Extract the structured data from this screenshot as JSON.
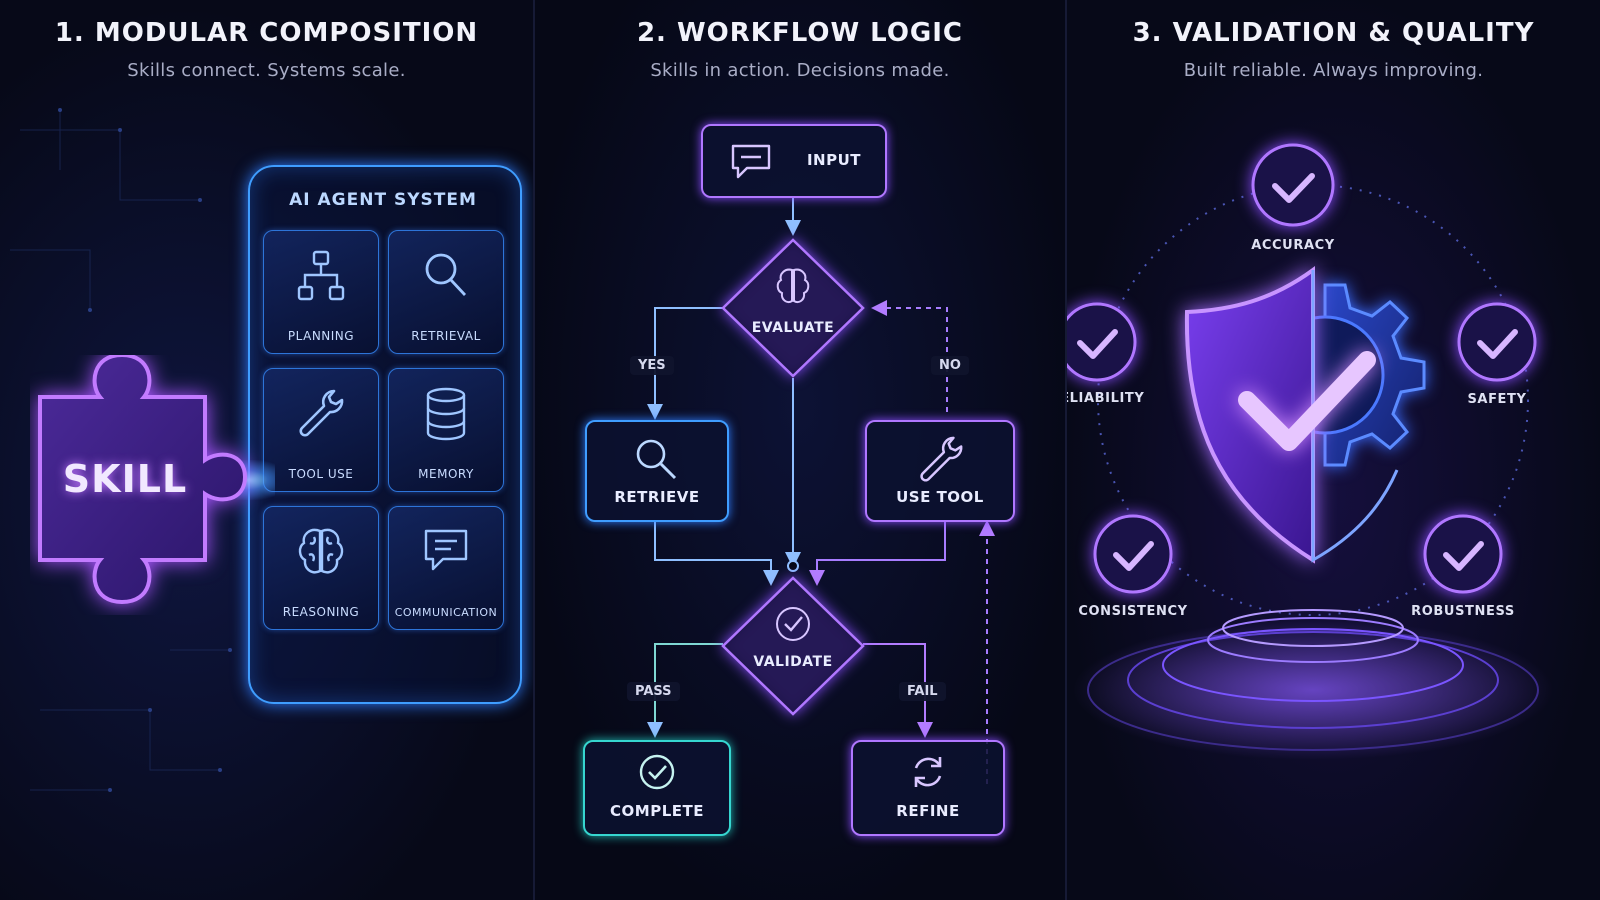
{
  "panels": [
    {
      "title": "1. MODULAR COMPOSITION",
      "subtitle": "Skills connect. Systems scale.",
      "system_title": "AI AGENT SYSTEM",
      "skill_label": "SKILL",
      "tiles": [
        {
          "label": "PLANNING",
          "icon": "hierarchy-icon"
        },
        {
          "label": "RETRIEVAL",
          "icon": "search-icon"
        },
        {
          "label": "TOOL USE",
          "icon": "wrench-icon"
        },
        {
          "label": "MEMORY",
          "icon": "database-icon"
        },
        {
          "label": "REASONING",
          "icon": "brain-icon"
        },
        {
          "label": "COMMUNICATION",
          "icon": "chat-icon"
        }
      ]
    },
    {
      "title": "2. WORKFLOW LOGIC",
      "subtitle": "Skills in action. Decisions made.",
      "nodes": {
        "input": "INPUT",
        "evaluate": "EVALUATE",
        "retrieve": "RETRIEVE",
        "use_tool": "USE TOOL",
        "validate": "VALIDATE",
        "complete": "COMPLETE",
        "refine": "REFINE"
      },
      "branches": {
        "yes": "YES",
        "no": "NO",
        "pass": "PASS",
        "fail": "FAIL"
      }
    },
    {
      "title": "3. VALIDATION & QUALITY",
      "subtitle": "Built reliable. Always improving.",
      "qualities": [
        "ACCURACY",
        "SAFETY",
        "ROBUSTNESS",
        "CONSISTENCY",
        "RELIABILITY"
      ]
    }
  ],
  "colors": {
    "background": "#070918",
    "blue_accent": "#3f9dff",
    "purple_accent": "#b066ff",
    "teal_accent": "#36d6d0"
  }
}
